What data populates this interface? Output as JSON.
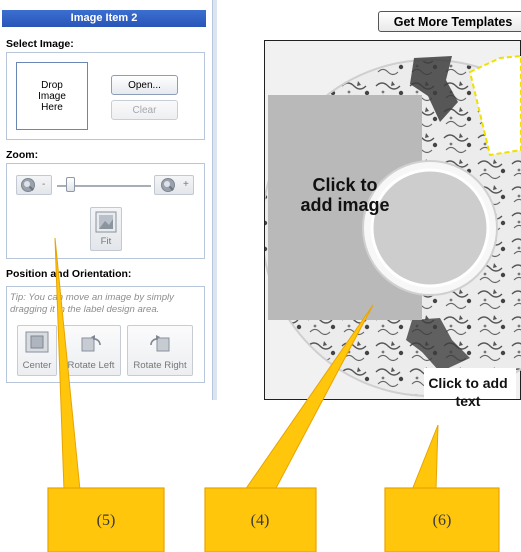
{
  "panel": {
    "header": "Image Item 2",
    "select_image": {
      "label": "Select Image:",
      "drop_zone": "Drop Image Here",
      "open_button": "Open...",
      "clear_button": "Clear"
    },
    "zoom": {
      "label": "Zoom:",
      "zoom_out_sign": "-",
      "zoom_in_sign": "+",
      "fit_button": "Fit",
      "slider_level": 0.1
    },
    "position": {
      "label": "Position and Orientation:",
      "tip": "Tip: You can move an image by simply dragging it in the label design area.",
      "center_button": "Center",
      "rotate_left_button": "Rotate Left",
      "rotate_right_button": "Rotate Right"
    }
  },
  "canvas": {
    "get_more_button": "Get More Templates",
    "image_placeholder": "Click to add image",
    "text_placeholder": "Click to add text"
  },
  "callouts": [
    "(5)",
    "(4)",
    "(6)"
  ],
  "colors": {
    "header_blue": "#2a55b8",
    "callout_fill": "#ffc60b",
    "callout_stroke": "#e8a400",
    "placeholder_gray": "#b9b9b9"
  }
}
